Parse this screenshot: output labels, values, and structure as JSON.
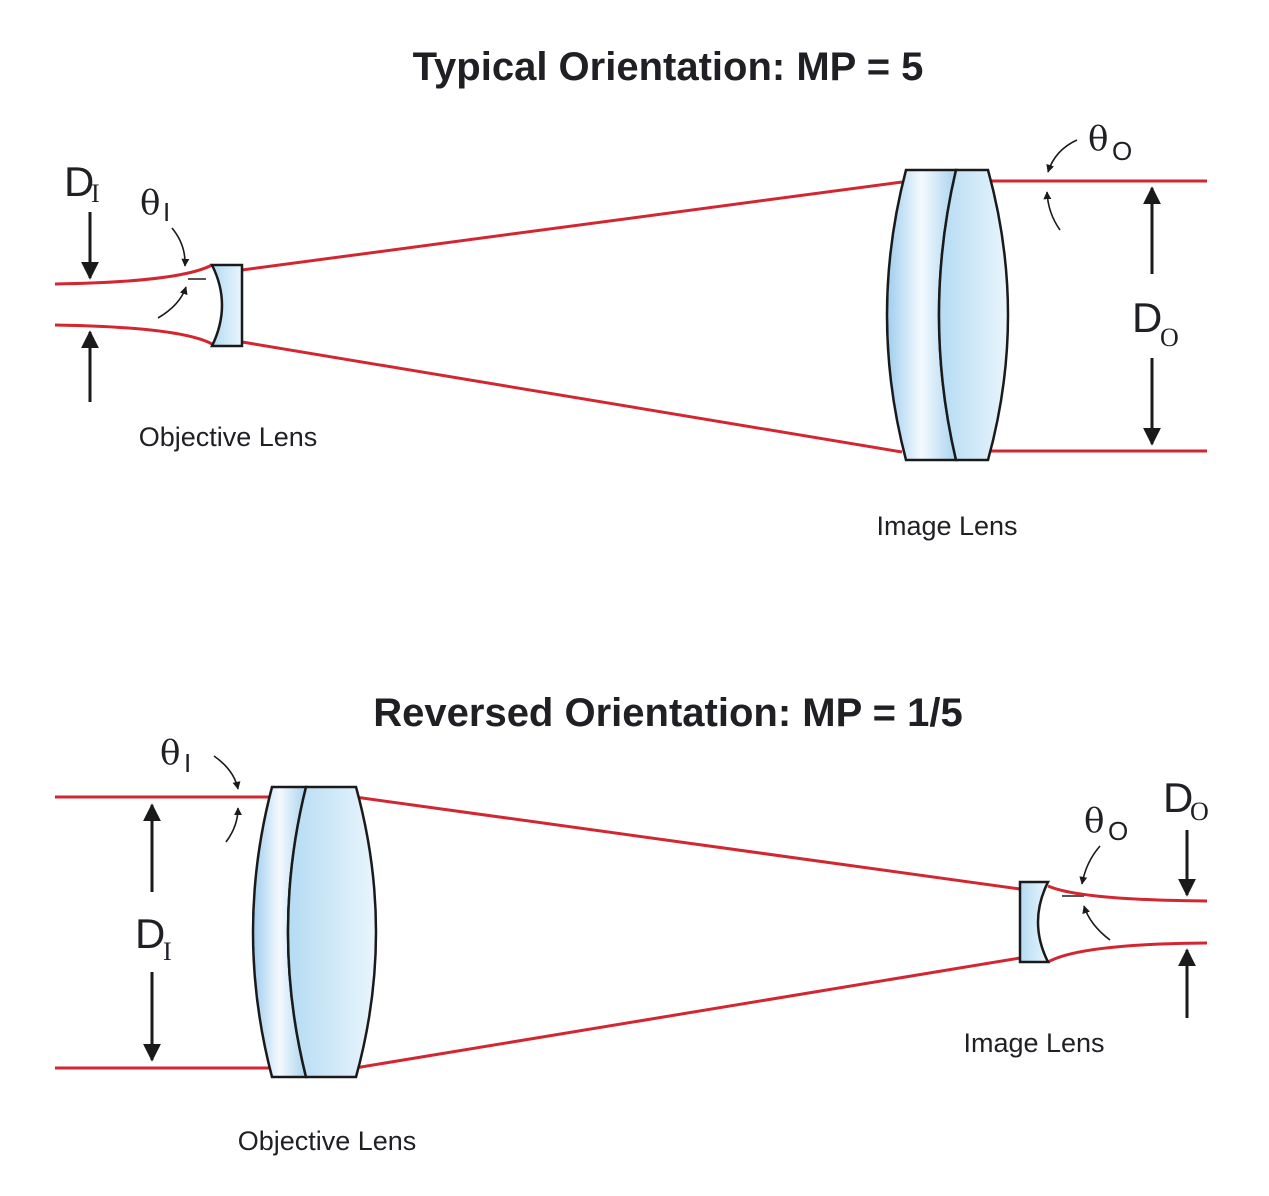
{
  "diagrams": [
    {
      "title": "Typical Orientation: MP = 5",
      "objective_lens_label": "Objective Lens",
      "image_lens_label": "Image Lens",
      "input_diameter": {
        "symbol": "D",
        "subscript": "I"
      },
      "output_diameter": {
        "symbol": "D",
        "subscript": "O"
      },
      "input_angle": {
        "symbol": "θ",
        "subscript": "I"
      },
      "output_angle": {
        "symbol": "θ",
        "subscript": "O"
      }
    },
    {
      "title": "Reversed Orientation: MP = 1/5",
      "objective_lens_label": "Objective Lens",
      "image_lens_label": "Image Lens",
      "input_diameter": {
        "symbol": "D",
        "subscript": "I"
      },
      "output_diameter": {
        "symbol": "D",
        "subscript": "O"
      },
      "input_angle": {
        "symbol": "θ",
        "subscript": "I"
      },
      "output_angle": {
        "symbol": "θ",
        "subscript": "O"
      }
    }
  ],
  "colors": {
    "beam": "#d22630",
    "lens_fill": "#c8e3f6",
    "lens_outline": "#1a1a1a",
    "text": "#1f1f24"
  }
}
